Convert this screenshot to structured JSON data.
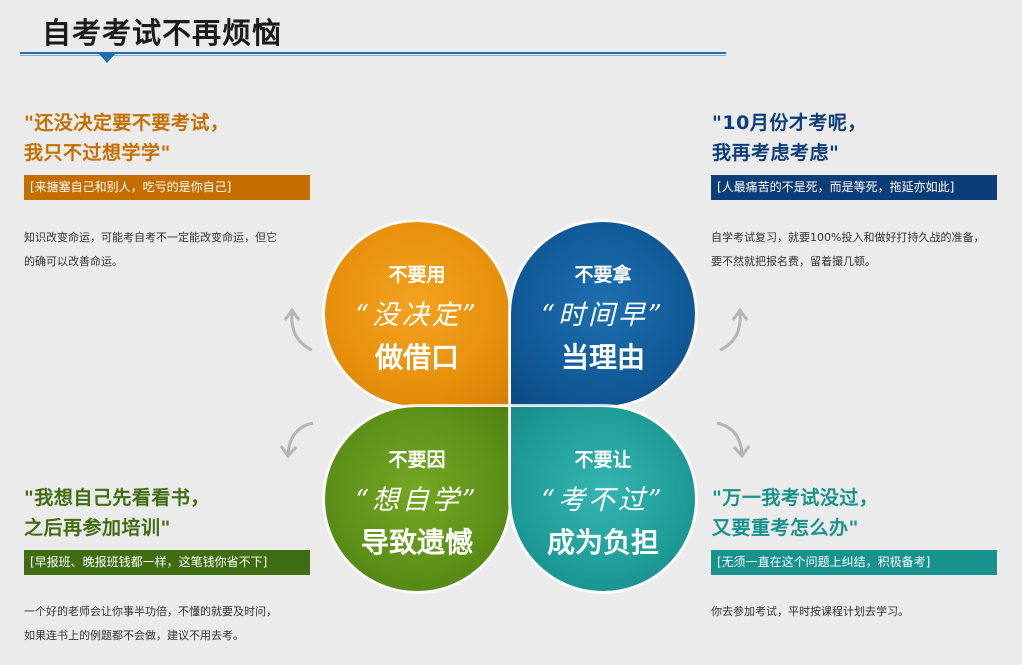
{
  "header": {
    "title": "自考考试不再烦恼"
  },
  "colors": {
    "orange": "#c56e00",
    "navy": "#0d3d77",
    "green": "#3f6d12",
    "teal": "#17928d",
    "accent_line": "#1f6fae"
  },
  "quadrants": {
    "top_left": {
      "quote_line1": "\"还没决定要不要考试，",
      "quote_line2": "我只不过想学学\"",
      "tag": "[来搪塞自己和别人，吃亏的是你自己]",
      "body_line1": "知识改变命运，可能考自考不一定能改变命运，但它",
      "body_line2": "的确可以改善命运。"
    },
    "top_right": {
      "quote_line1": "\"10月份才考呢，",
      "quote_line2": "我再考虑考虑\"",
      "tag": "[人最痛苦的不是死，而是等死，拖延亦如此]",
      "body_line1": "自学考试复习，就要100%投入和做好打持久战的准备，",
      "body_line2": "要不然就把报名费，留着撮几顿。"
    },
    "bottom_left": {
      "quote_line1": "\"我想自己先看看书，",
      "quote_line2": "之后再参加培训\"",
      "tag": "[早报班、晚报班钱都一样，这笔钱你省不下]",
      "body_line1": "一个好的老师会让你事半功倍，不懂的就要及时问，",
      "body_line2": "如果连书上的例题都不会做，建议不用去考。"
    },
    "bottom_right": {
      "quote_line1": "\"万一我考试没过，",
      "quote_line2": "又要重考怎么办\"",
      "tag": "[无须一直在这个问题上纠结，积极备考]",
      "body_line1": "你去参加考试，平时按课程计划去学习。"
    }
  },
  "petals": {
    "tl": {
      "line1": "不要用",
      "line2": "“没决定”",
      "line3": "做借口"
    },
    "tr": {
      "line1": "不要拿",
      "line2": "“时间早”",
      "line3": "当理由"
    },
    "bl": {
      "line1": "不要因",
      "line2": "“想自学”",
      "line3": "导致遗憾"
    },
    "br": {
      "line1": "不要让",
      "line2": "“考不过”",
      "line3": "成为负担"
    }
  },
  "icons": {
    "arrows": "curved-arrow-icon"
  }
}
